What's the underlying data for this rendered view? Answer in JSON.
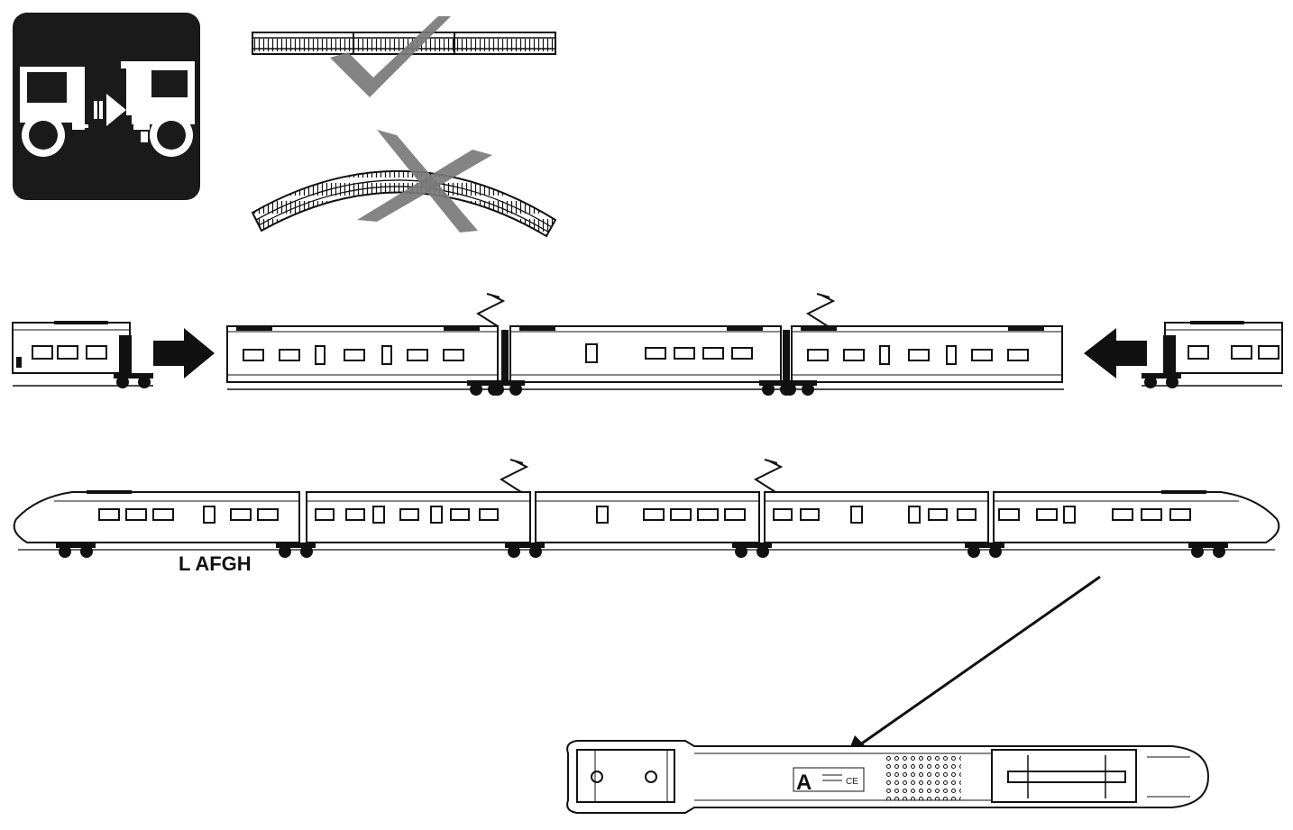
{
  "labels": {
    "set_code": "L AFGH",
    "underside_marker": "A",
    "ce_mark": "CE"
  },
  "icons": {
    "coupling_pictogram": "coupling-direction-icon",
    "check": "check-mark-icon",
    "cross": "cross-mark-icon",
    "push_arrow": "push-arrow-icon"
  },
  "colors": {
    "ink": "#111111",
    "mark_grey": "#7a7a7a",
    "panel_dark": "#1a1a1a",
    "background": "#ffffff"
  }
}
